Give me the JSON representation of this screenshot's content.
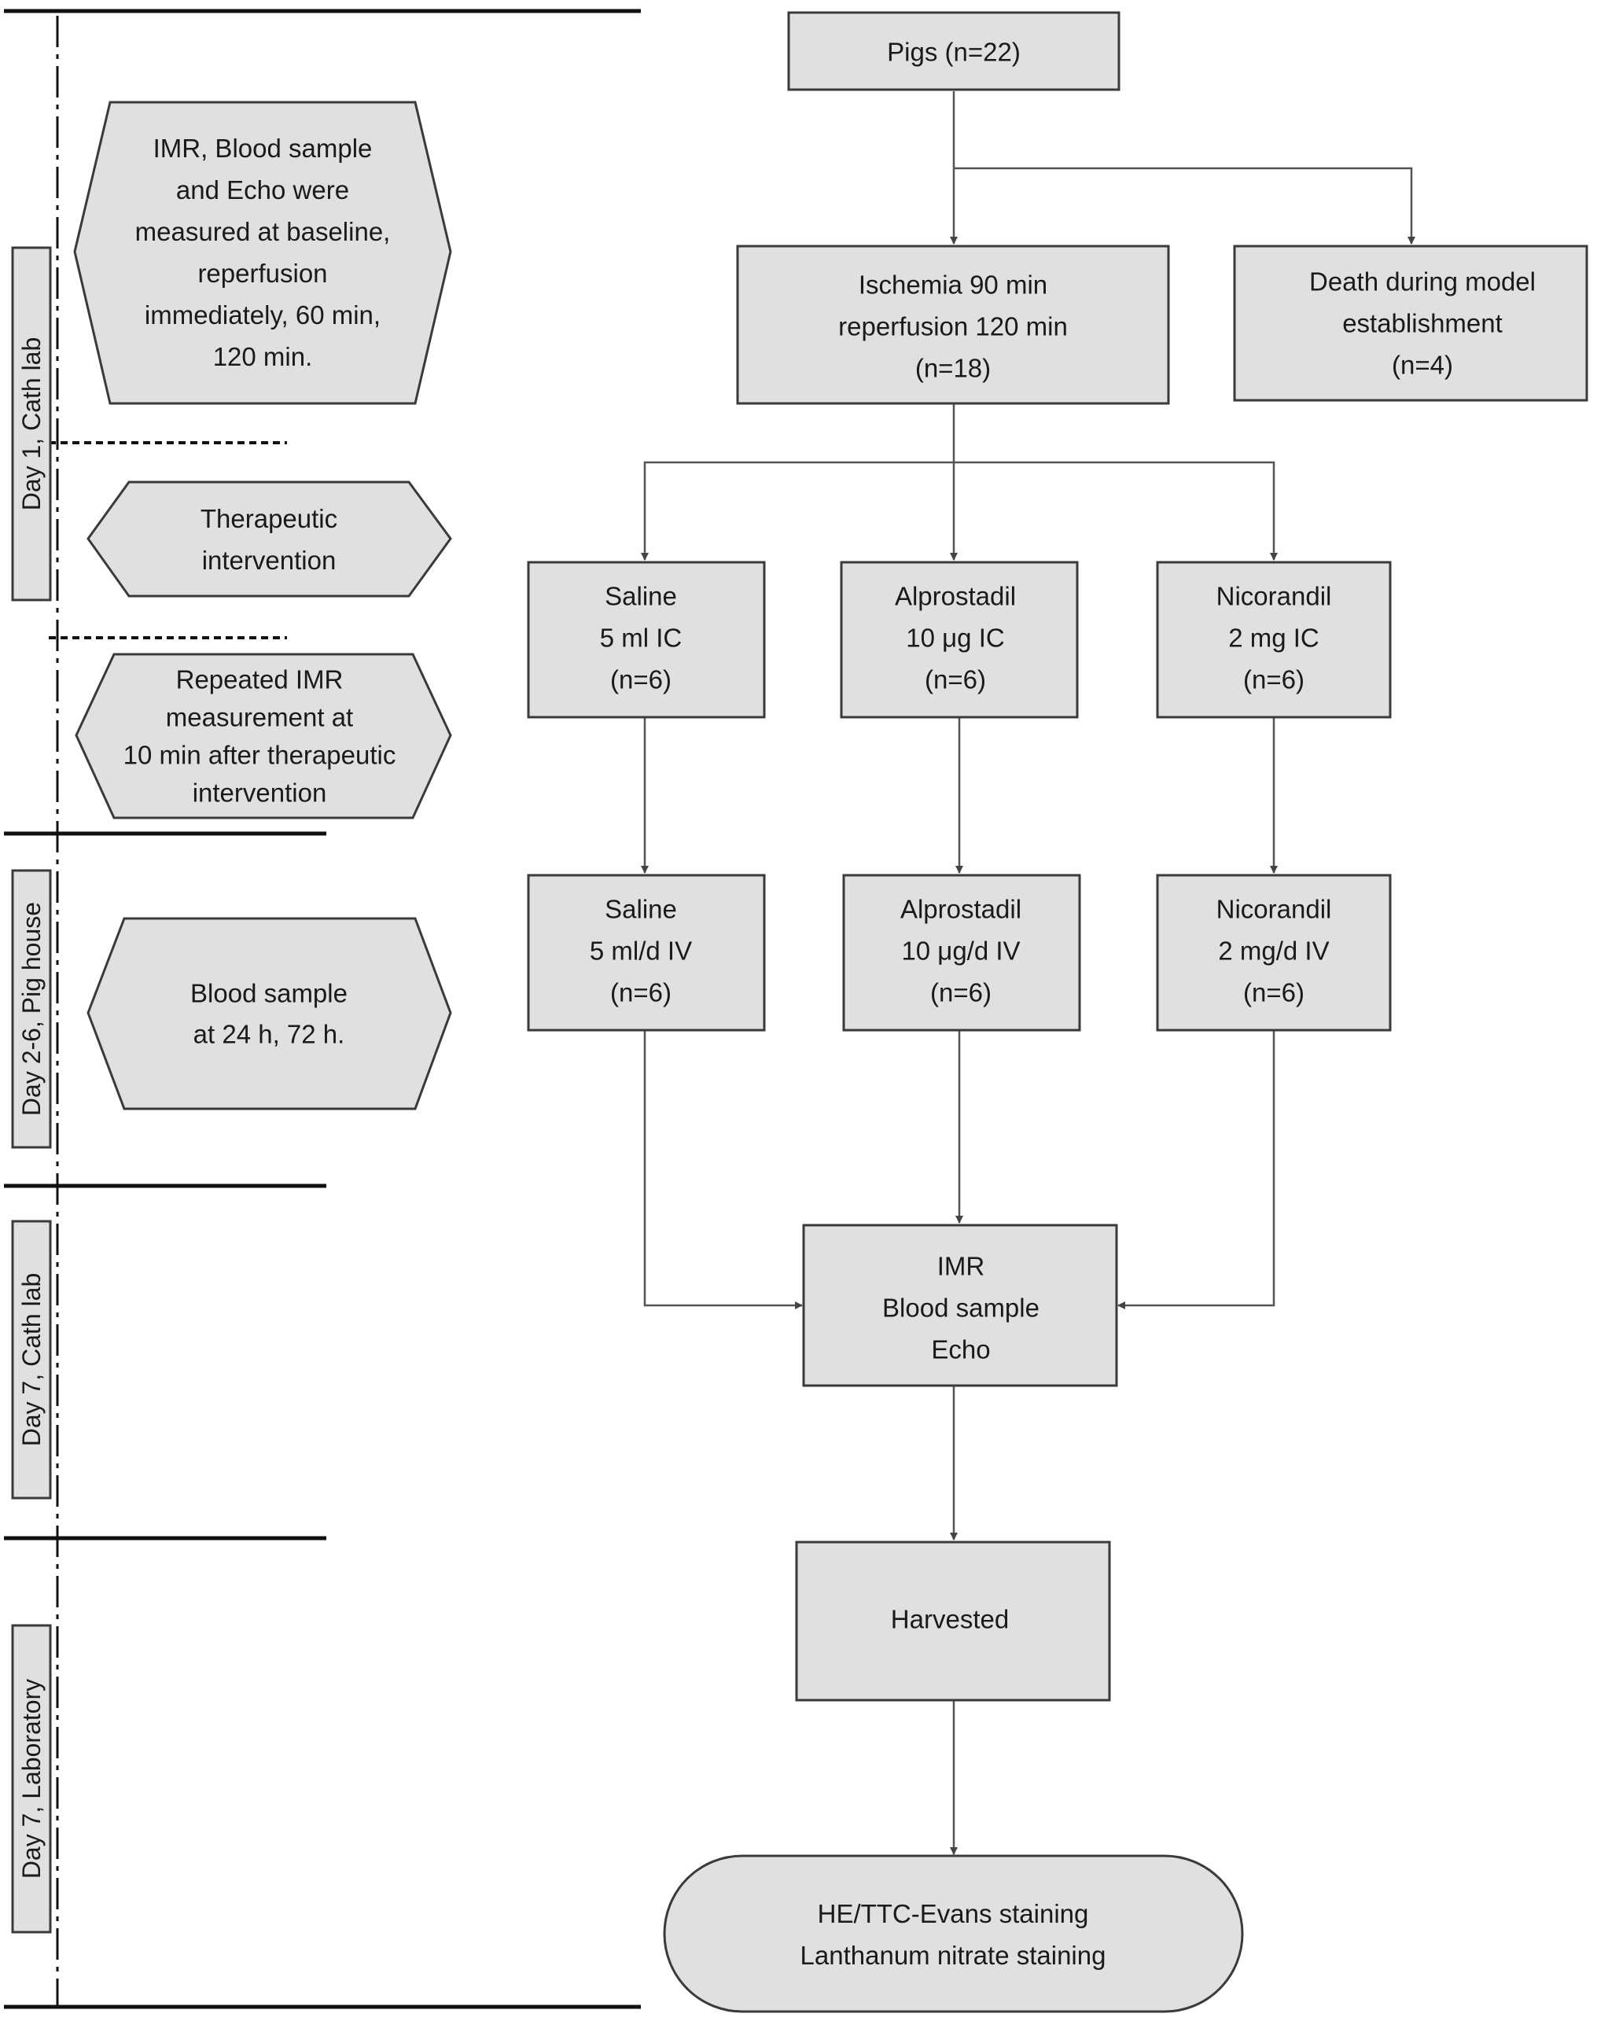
{
  "timeline": {
    "days": [
      {
        "label": "Day 1, Cath lab"
      },
      {
        "label": "Day 2-6, Pig house"
      },
      {
        "label": "Day 7, Cath lab"
      },
      {
        "label": "Day 7, Laboratory"
      }
    ],
    "steps": [
      {
        "lines": [
          "IMR, Blood sample",
          "and Echo were",
          "measured at baseline,",
          "reperfusion",
          "immediately, 60 min,",
          "120 min."
        ]
      },
      {
        "lines": [
          "Therapeutic",
          "intervention"
        ]
      },
      {
        "lines": [
          "Repeated IMR",
          "measurement at",
          "10 min after therapeutic",
          "intervention"
        ]
      },
      {
        "lines": [
          "Blood sample",
          "at 24 h, 72 h."
        ]
      }
    ]
  },
  "flow": {
    "start": {
      "lines": [
        "Pigs (n=22)"
      ]
    },
    "model": {
      "lines": [
        "Ischemia 90 min",
        "reperfusion 120 min",
        "(n=18)"
      ]
    },
    "death": {
      "lines": [
        "Death during model",
        "establishment",
        "(n=4)"
      ]
    },
    "ic_groups": [
      {
        "lines": [
          "Saline",
          "5 ml IC",
          "(n=6)"
        ]
      },
      {
        "lines": [
          "Alprostadil",
          "10 μg IC",
          "(n=6)"
        ]
      },
      {
        "lines": [
          "Nicorandil",
          "2 mg IC",
          "(n=6)"
        ]
      }
    ],
    "iv_groups": [
      {
        "lines": [
          "Saline",
          "5 ml/d IV",
          "(n=6)"
        ]
      },
      {
        "lines": [
          "Alprostadil",
          "10 μg/d IV",
          "(n=6)"
        ]
      },
      {
        "lines": [
          "Nicorandil",
          "2 mg/d IV",
          "(n=6)"
        ]
      }
    ],
    "followup": {
      "lines": [
        "IMR",
        "Blood sample",
        "Echo"
      ]
    },
    "harvest": {
      "lines": [
        "Harvested"
      ]
    },
    "staining": {
      "lines": [
        "HE/TTC-Evans staining",
        "Lanthanum nitrate staining"
      ]
    }
  }
}
